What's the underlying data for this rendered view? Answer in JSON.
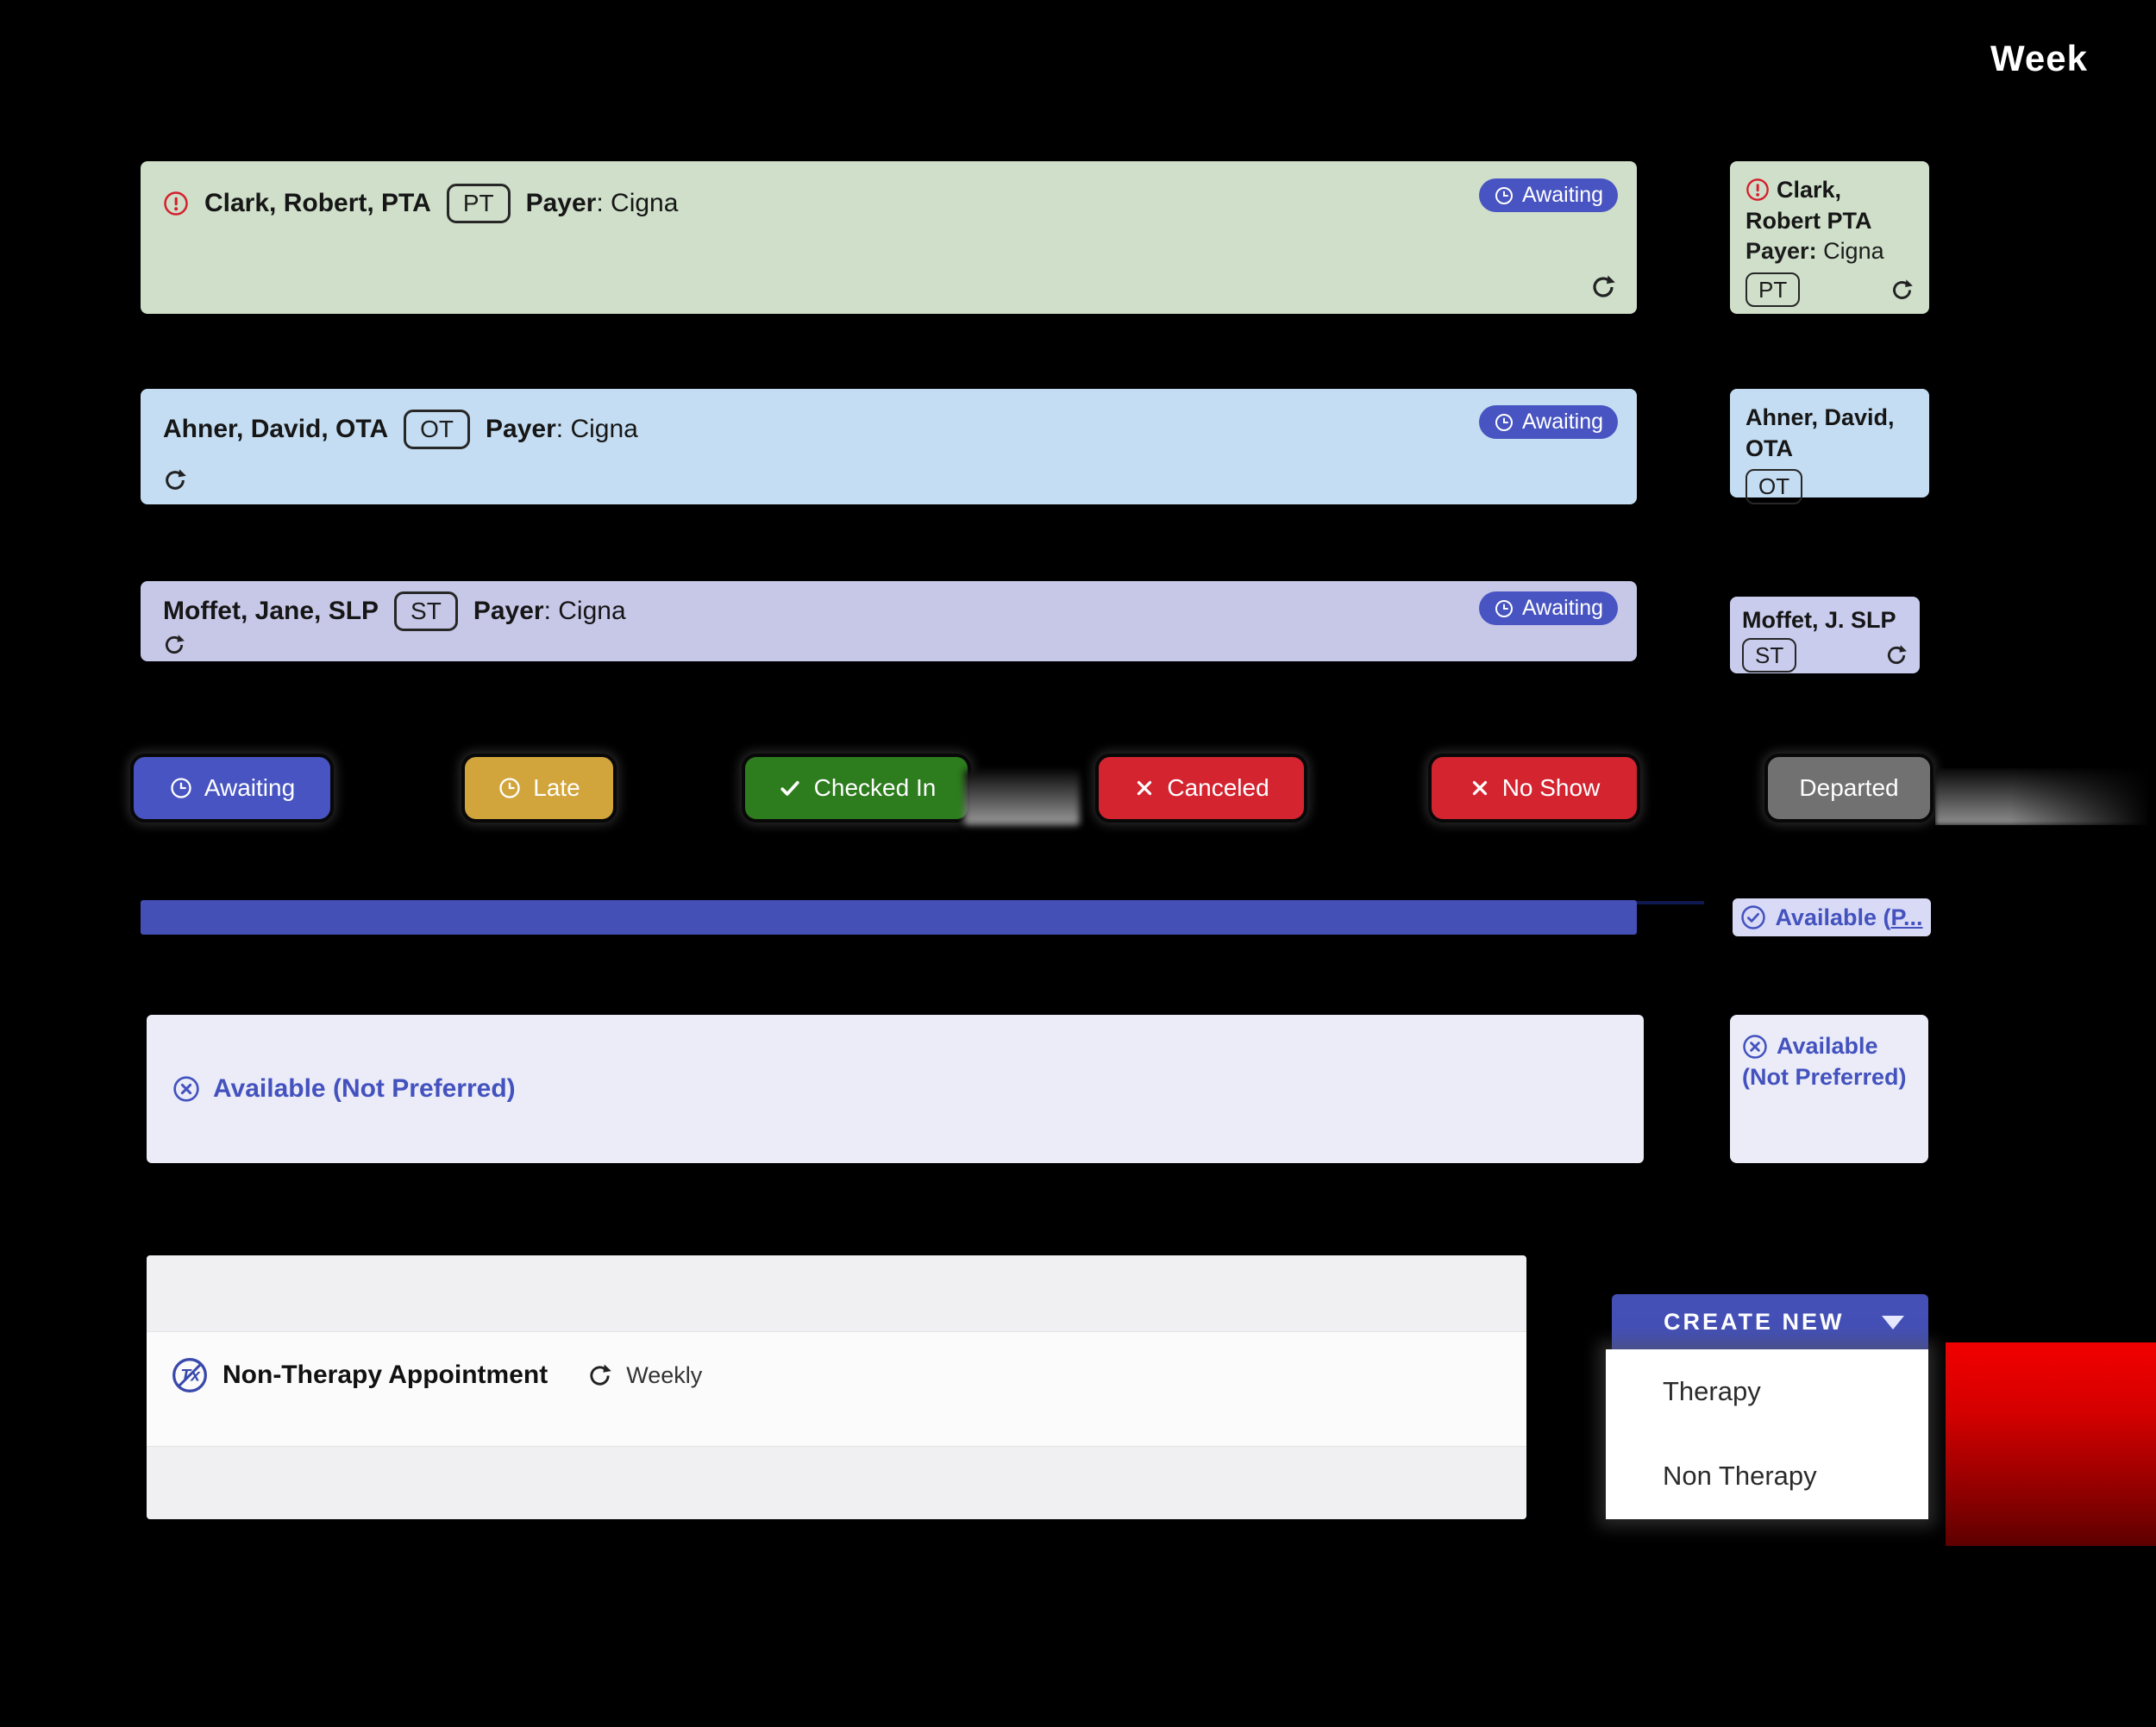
{
  "header": {
    "view_label": "Week"
  },
  "colors": {
    "accent_indigo": "#4450b6",
    "status_awaiting": "#4754c1",
    "status_late": "#d1a53b",
    "status_checked_in": "#2d7c1d",
    "status_canceled": "#d32430",
    "status_no_show": "#d32430",
    "status_departed": "#717171",
    "card_pt_green": "#cfdfca",
    "card_ot_blue": "#c4ddf2",
    "card_st_purple": "#c7c8e8",
    "available_text": "#4352be",
    "alert_red": "#d4202c"
  },
  "cards": {
    "clark": {
      "name": "Clark, Robert, PTA",
      "discipline": "PT",
      "payer_label": "Payer",
      "payer_value": ": Cigna",
      "status": "Awaiting"
    },
    "clark_mini": {
      "name": "Clark, Robert PTA",
      "payer_label": "Payer:",
      "payer_value": " Cigna",
      "discipline": "PT"
    },
    "ahner": {
      "name": "Ahner, David, OTA",
      "discipline": "OT",
      "payer_label": "Payer",
      "payer_value": ": Cigna",
      "status": "Awaiting"
    },
    "ahner_mini": {
      "name": "Ahner, David, OTA",
      "discipline": "OT"
    },
    "moffet": {
      "name": "Moffet, Jane, SLP",
      "discipline": "ST",
      "payer_label": "Payer",
      "payer_value": ": Cigna",
      "status": "Awaiting"
    },
    "moffet_mini": {
      "name": "Moffet, J. SLP",
      "discipline": "ST"
    }
  },
  "status_legend": [
    {
      "label": "Awaiting",
      "icon": "clock-icon",
      "color": "#4754c1"
    },
    {
      "label": "Late",
      "icon": "clock-icon",
      "color": "#d1a53b"
    },
    {
      "label": "Checked In",
      "icon": "check-icon",
      "color": "#2d7c1d"
    },
    {
      "label": "Canceled",
      "icon": "x-icon",
      "color": "#d32430"
    },
    {
      "label": "No Show",
      "icon": "x-icon",
      "color": "#d32430"
    },
    {
      "label": "Departed",
      "icon": "none",
      "color": "#717171"
    }
  ],
  "availability": {
    "preferred_chip_prefix": "Available (",
    "preferred_chip_truncated": "P...",
    "not_preferred_label": "Available (Not Preferred)"
  },
  "bottom": {
    "title": "Non-Therapy Appointment",
    "recurrence": "Weekly"
  },
  "create_new": {
    "label": "CREATE NEW",
    "options": [
      {
        "label": "Therapy"
      },
      {
        "label": "Non Therapy"
      }
    ]
  }
}
